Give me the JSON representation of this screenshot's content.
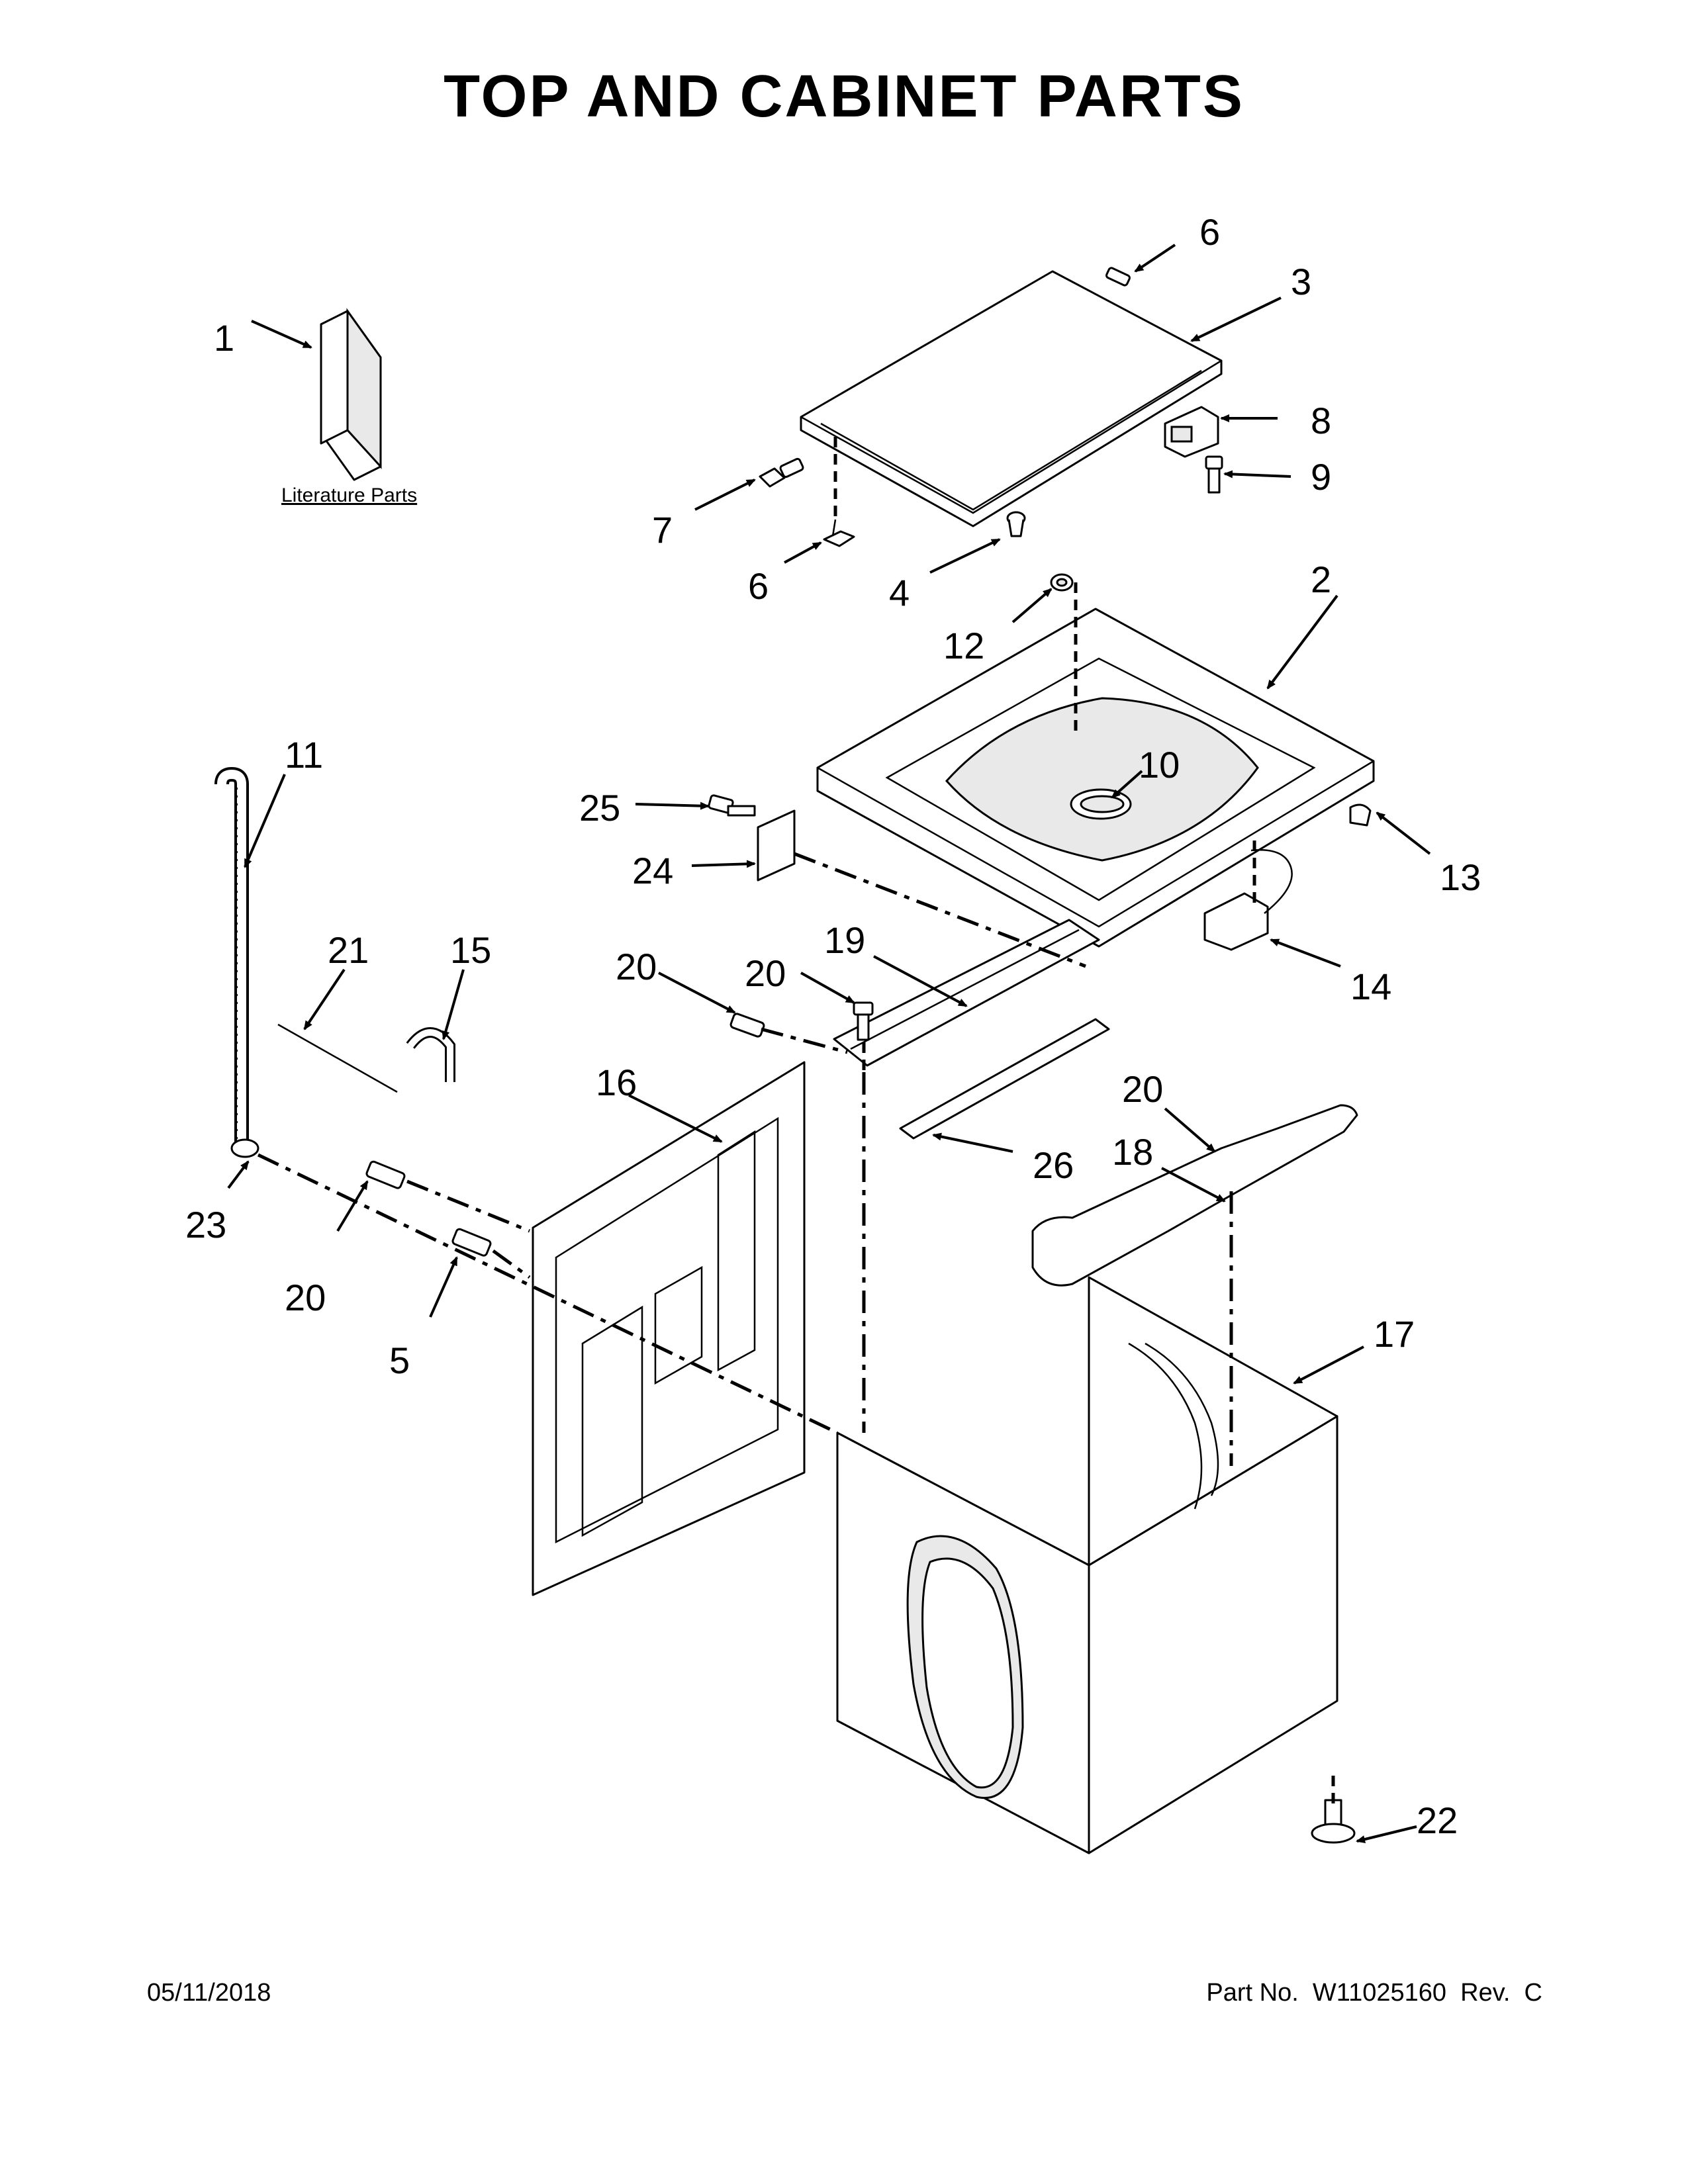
{
  "title": "TOP AND CABINET PARTS",
  "footer": {
    "date": "05/11/2018",
    "part_number": "Part No.  W11025160  Rev.  C"
  },
  "literature_label": "Literature Parts",
  "callouts": {
    "c1": "1",
    "c2": "2",
    "c3": "3",
    "c4": "4",
    "c5": "5",
    "c6a": "6",
    "c6b": "6",
    "c7": "7",
    "c8": "8",
    "c9": "9",
    "c10": "10",
    "c11": "11",
    "c12": "12",
    "c13": "13",
    "c14": "14",
    "c15": "15",
    "c16": "16",
    "c17": "17",
    "c18": "18",
    "c19": "19",
    "c20a": "20",
    "c20b": "20",
    "c20c": "20",
    "c20d": "20",
    "c21": "21",
    "c22": "22",
    "c23": "23",
    "c24": "24",
    "c25": "25",
    "c26": "26"
  }
}
